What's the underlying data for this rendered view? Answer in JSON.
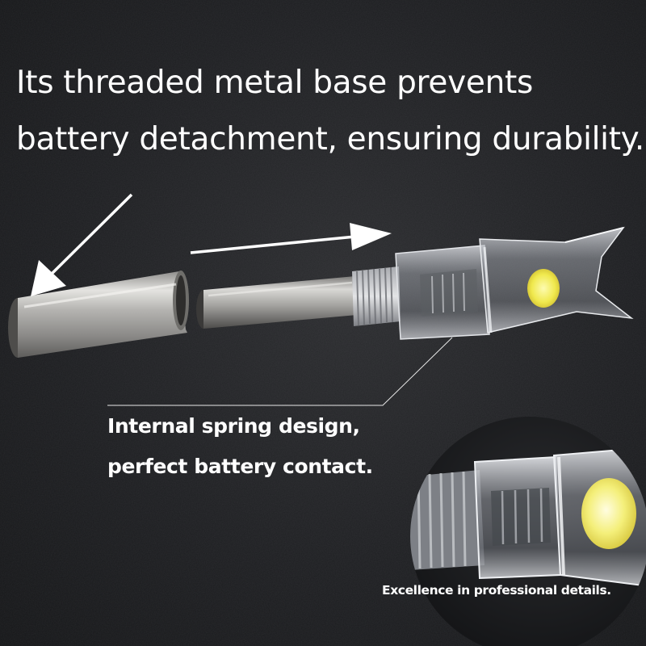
{
  "headline": {
    "line1": "Its threaded metal base prevents",
    "line2": "battery detachment, ensuring durability."
  },
  "callout": {
    "line1": "Internal spring design,",
    "line2": "perfect battery contact."
  },
  "zoom": {
    "caption": "Excellence in professional details."
  },
  "icons": [
    "arrow-down-left-icon",
    "arrow-right-icon"
  ],
  "colors": {
    "background": "#1d1e21",
    "text": "#ffffff",
    "metal": "#b9b8b6",
    "led": "#f2ee5a"
  }
}
